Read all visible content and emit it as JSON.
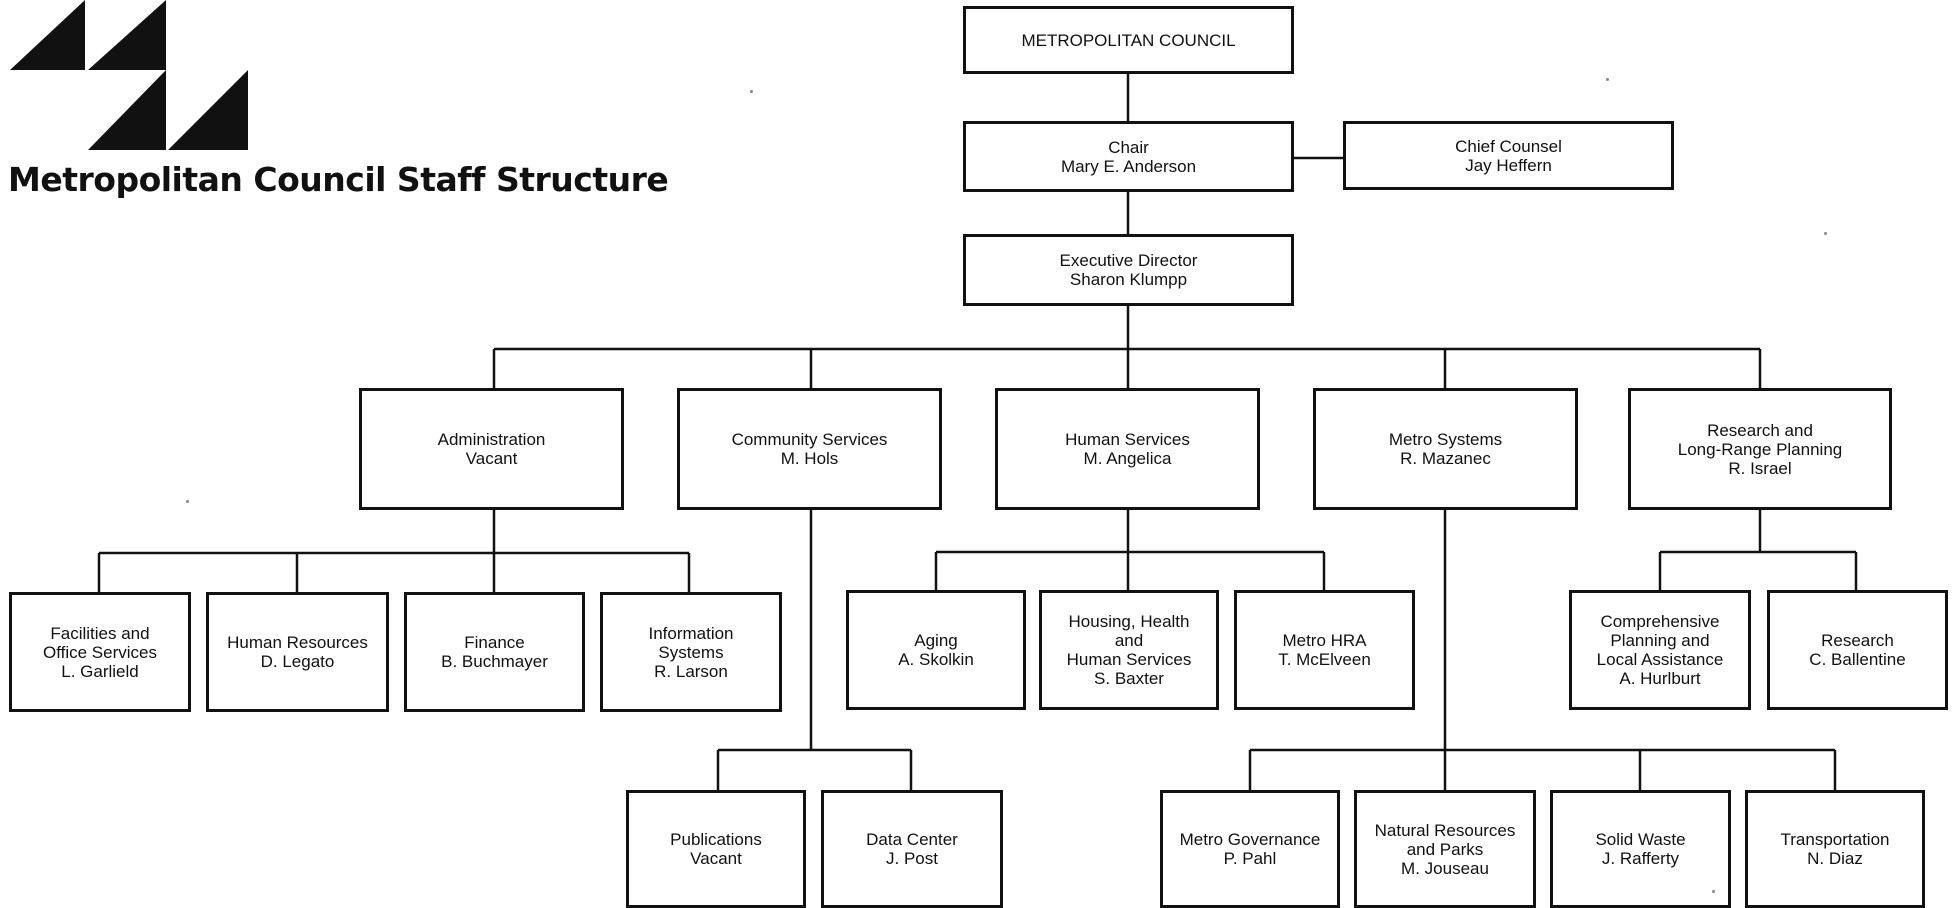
{
  "title": "Metropolitan Council Staff Structure",
  "colors": {
    "ink": "#111111",
    "background": "#ffffff"
  },
  "logo": {
    "icon": "triangles-logo-icon"
  },
  "boxes": {
    "council": "METROPOLITAN COUNCIL",
    "chair": "Chair\nMary E. Anderson",
    "counsel": "Chief Counsel\nJay Heffern",
    "exec": "Executive Director\nSharon Klumpp",
    "admin": "Administration\nVacant",
    "community": "Community Services\nM. Hols",
    "human": "Human Services\nM. Angelica",
    "metro": "Metro Systems\nR. Mazanec",
    "research_planning": "Research and\nLong-Range Planning\nR. Israel",
    "facilities": "Facilities and\nOffice Services\nL. Garlield",
    "hr": "Human Resources\nD. Legato",
    "finance": "Finance\nB. Buchmayer",
    "info": "Information\nSystems\nR. Larson",
    "aging": "Aging\nA. Skolkin",
    "housing": "Housing, Health\nand\nHuman Services\nS. Baxter",
    "metrohra": "Metro HRA\nT. McElveen",
    "comp": "Comprehensive\nPlanning and\nLocal Assistance\nA. Hurlburt",
    "research": "Research\nC. Ballentine",
    "publications": "Publications\nVacant",
    "datacenter": "Data Center\nJ. Post",
    "governance": "Metro Governance\nP. Pahl",
    "natural": "Natural Resources\nand Parks\nM. Jouseau",
    "solidwaste": "Solid Waste\nJ. Rafferty",
    "transportation": "Transportation\nN. Diaz"
  }
}
